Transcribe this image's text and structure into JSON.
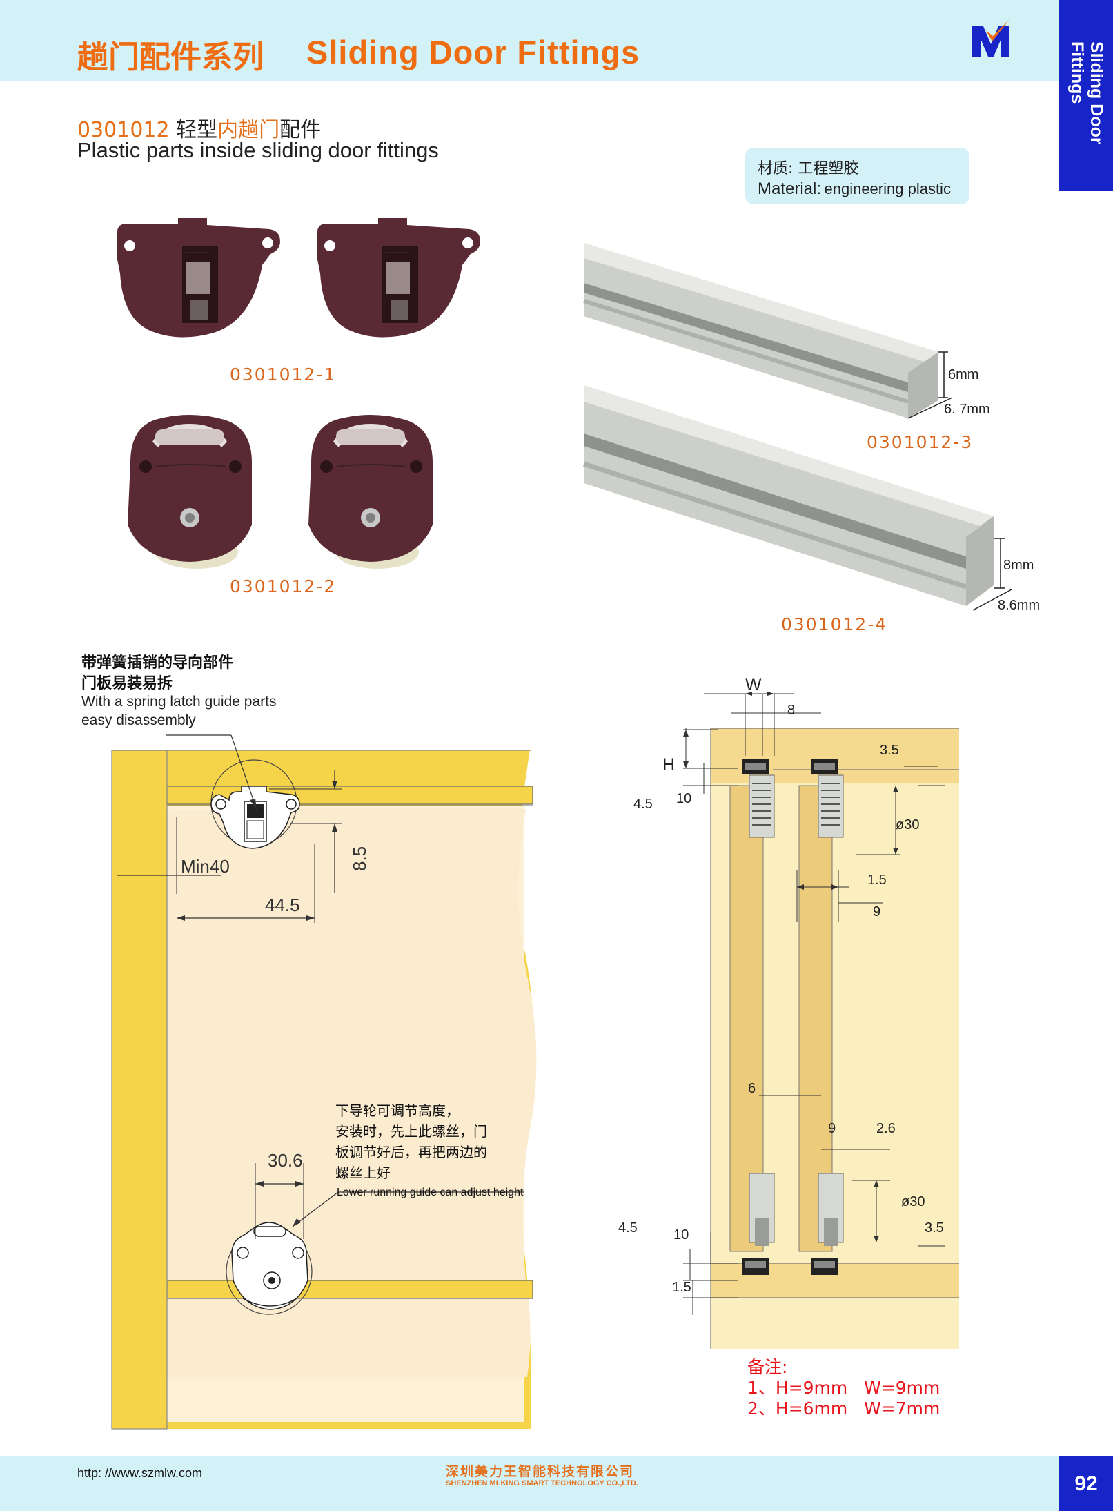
{
  "header": {
    "title_cn": "趟门配件系列",
    "title_en": "Sliding Door Fittings",
    "side_tab": [
      "Sliding Door",
      "Fittings"
    ]
  },
  "product": {
    "code": "0301012",
    "name_cn_1": "轻型",
    "name_cn_2": "内趟门",
    "name_cn_3": "配件",
    "name_en": "Plastic parts inside sliding door fittings"
  },
  "material": {
    "label_cn": "材质:",
    "value_cn": "工程塑胶",
    "label_en": "Material:",
    "value_en": "engineering plastic"
  },
  "parts": {
    "p1": "0301012-1",
    "p2": "0301012-2",
    "p3": "0301012-3",
    "p4": "0301012-4"
  },
  "track_dims": {
    "t3_h": "6mm",
    "t3_w": "6. 7mm",
    "t4_h": "8mm",
    "t4_w": "8.6mm"
  },
  "upper_note": {
    "cn_1": "带弹簧插销的导向部件",
    "cn_2": "门板易装易拆",
    "en_1": "With a spring latch guide parts",
    "en_2": "easy disassembly"
  },
  "left_dims": {
    "min40": "Min40",
    "w445": "44.5",
    "h85": "8.5",
    "w306": "30.6"
  },
  "lower_note": {
    "cn_1": "下导轮可调节高度，",
    "cn_2": "安装时，先上此螺丝，门",
    "cn_3": "板调节好后，再把两边的",
    "cn_4": "螺丝上好",
    "en": "Lower running guide can adjust height"
  },
  "right_dims": {
    "W": "W",
    "d8": "8",
    "H": "H",
    "d45_top": "4.5",
    "d10_top": "10",
    "d35_top": "3.5",
    "phi30_top": "ø30",
    "d15": "1.5",
    "d9_mid": "9",
    "d6": "6",
    "d9_low": "9",
    "d26": "2.6",
    "phi30_low": "ø30",
    "d35_low": "3.5",
    "d45_low": "4.5",
    "d10_low": "10",
    "d15_low": "1.5"
  },
  "remarks": {
    "title": "备注:",
    "line1": "1、H=9mm   W=9mm",
    "line2": "2、H=6mm   W=7mm"
  },
  "footer": {
    "url": "http: //www.szmlw.com",
    "company_cn": "深圳美力王智能科技有限公司",
    "company_en": "SHENZHEN MLKING SMART TECHNOLOGY CO.,LTD.",
    "page": "92"
  },
  "colors": {
    "brand_orange": "#ef6d12",
    "tab_blue": "#1624c8",
    "band_cyan": "#d3f2f8",
    "part_brown": "#5a2a34",
    "track_grey": "#c9cbc6",
    "wood_yellow": "#f5d44a"
  }
}
